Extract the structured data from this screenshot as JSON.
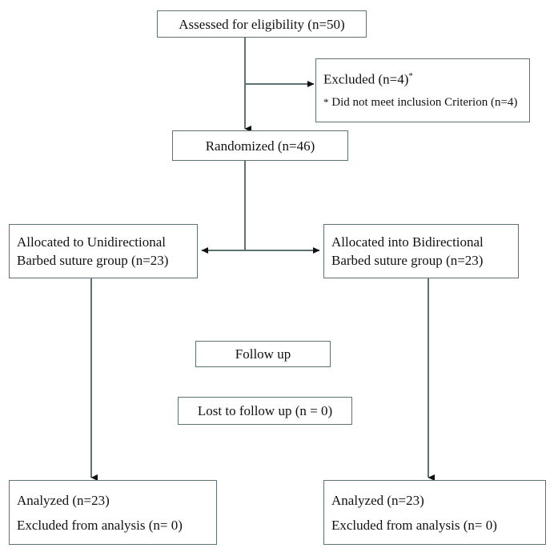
{
  "diagram": {
    "type": "consort-flow-diagram",
    "title": "CONSORT participant flow",
    "stroke_color": "#5d7373",
    "arrow_color": "#111111",
    "background": "#ffffff"
  },
  "nodes": {
    "assessed": {
      "label": "Assessed for eligibility (n=50)"
    },
    "excluded": {
      "line1": "Excluded (n=4)",
      "line1_marker": "*",
      "line2_marker": "*",
      "line2": " Did not meet inclusion Criterion (n=4)"
    },
    "randomized": {
      "label": "Randomized (n=46)"
    },
    "allocated_left": {
      "line1": "Allocated to Unidirectional",
      "line2": "Barbed suture group (n=23)"
    },
    "allocated_right": {
      "line1": "Allocated into Bidirectional",
      "line2": "Barbed suture group (n=23)"
    },
    "follow_up": {
      "label": "Follow up"
    },
    "lost_follow_up": {
      "label": "Lost to follow up (n = 0)"
    },
    "analyzed_left": {
      "line1": "Analyzed (n=23)",
      "line2": "Excluded from analysis (n= 0)"
    },
    "analyzed_right": {
      "line1": "Analyzed (n=23)",
      "line2": "Excluded from analysis (n= 0)"
    }
  },
  "edges": [
    {
      "name": "assessed-to-randomized",
      "from": "assessed",
      "to": "randomized",
      "direction": "down"
    },
    {
      "name": "assessed-to-excluded",
      "from": "assessed",
      "to": "excluded",
      "direction": "right"
    },
    {
      "name": "randomized-to-allocation-split",
      "from": "randomized",
      "to": "allocated_left,allocated_right",
      "direction": "both"
    },
    {
      "name": "allocated-left-to-analyzed-left",
      "from": "allocated_left",
      "to": "analyzed_left",
      "direction": "down"
    },
    {
      "name": "allocated-right-to-analyzed-right",
      "from": "allocated_right",
      "to": "analyzed_right",
      "direction": "down"
    }
  ]
}
